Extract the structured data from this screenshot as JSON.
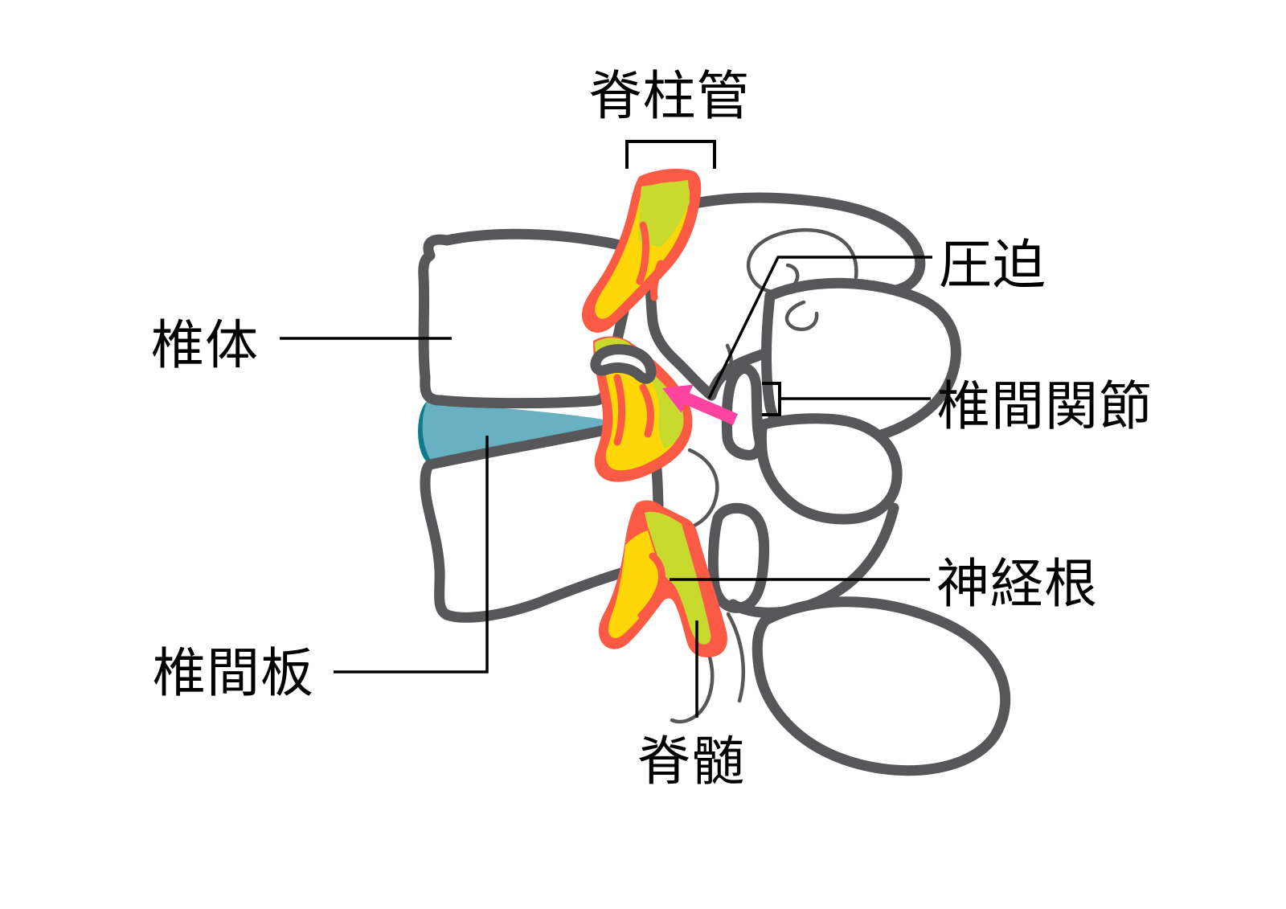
{
  "labels": {
    "spinal_canal": "脊柱管",
    "vertebral_body": "椎体",
    "compression": "圧迫",
    "facet_joint": "椎間関節",
    "nerve_root": "神経根",
    "intervertebral_disc": "椎間板",
    "spinal_cord": "脊髄"
  },
  "colors": {
    "background": "#ffffff",
    "bone_outline": "#57575a",
    "bone_fill": "#ffffff",
    "disc_fill": "#68b1c1",
    "disc_edge": "#0f7c8c",
    "nerve_sheath": "#fb5a45",
    "nerve_root_fill": "#ffd708",
    "spinal_cord_fill": "#c8da2e",
    "compression_arrow": "#ff43a1",
    "label_text": "#000000"
  }
}
